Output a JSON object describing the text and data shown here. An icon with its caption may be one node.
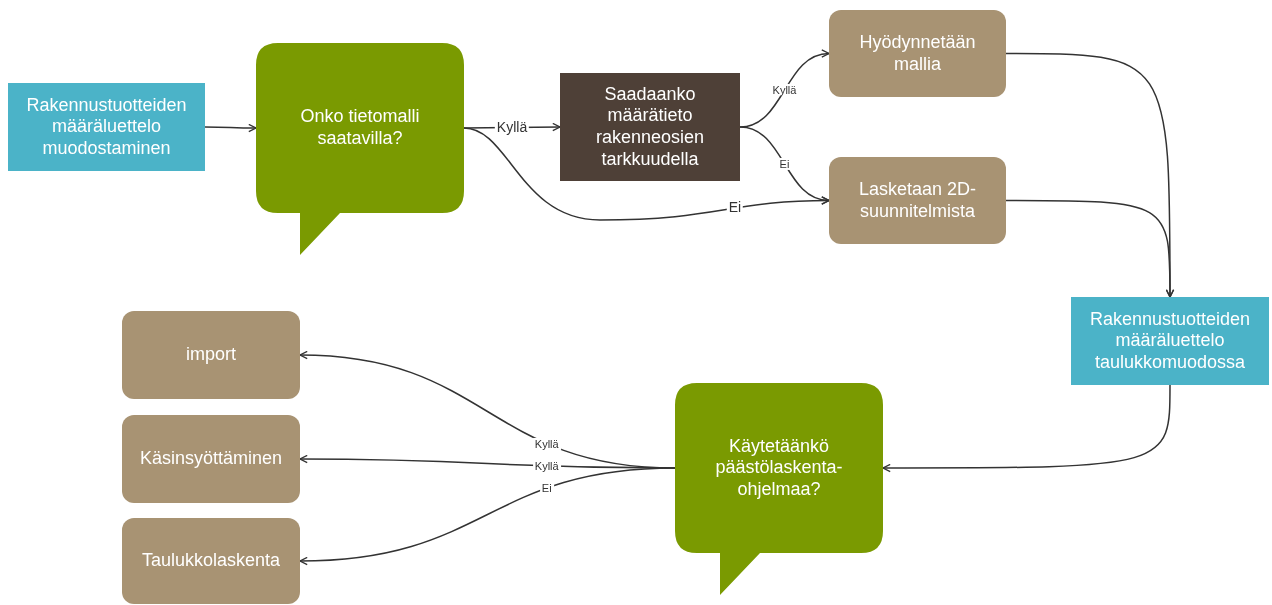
{
  "diagram": {
    "nodes": [
      {
        "text": [
          "Rakennustuotteiden määräluettelo muodostaminen"
        ]
      },
      {
        "text": [
          "Onko tietomalli saatavilla?"
        ]
      },
      {
        "text": [
          "Saadaanko määrätieto rakenneosien tarkkuudella"
        ]
      },
      {
        "text": [
          "Hyödynnetään mallia"
        ]
      },
      {
        "text": [
          "Lasketaan 2D-suunnitelmista"
        ]
      },
      {
        "text": [
          "Rakennustuotteiden määräluettelo taulukkomuodossa"
        ]
      },
      {
        "text": [
          "Käytetäänkö päästölaskenta-ohjelmaa?"
        ]
      },
      {
        "text": [
          "import"
        ]
      },
      {
        "text": [
          "Käsinsyöttäminen"
        ]
      },
      {
        "text": [
          "Taulukkolaskenta"
        ]
      }
    ],
    "edges": [
      {
        "from": 0,
        "to": 1,
        "arrow": "to"
      },
      {
        "from": 1,
        "to": 2,
        "arrow": "to",
        "label": "Kyllä"
      },
      {
        "from": 1,
        "to": 4,
        "arrow": "to",
        "label": "Ei"
      },
      {
        "from": 2,
        "to": 3,
        "arrow": "to",
        "label": "Kyllä"
      },
      {
        "from": 2,
        "to": 4,
        "arrow": "to",
        "label": "Ei"
      },
      {
        "from": 3,
        "to": 5,
        "arrow": "to"
      },
      {
        "from": 4,
        "to": 5,
        "arrow": "to"
      },
      {
        "from": 5,
        "to": 6,
        "arrow": "to"
      },
      {
        "from": 6,
        "to": 7,
        "arrow": "to",
        "label": "Kyllä"
      },
      {
        "from": 6,
        "to": 8,
        "arrow": "to",
        "label": "Kyllä"
      },
      {
        "from": 6,
        "to": 9,
        "arrow": "to",
        "label": "Ei"
      }
    ]
  }
}
